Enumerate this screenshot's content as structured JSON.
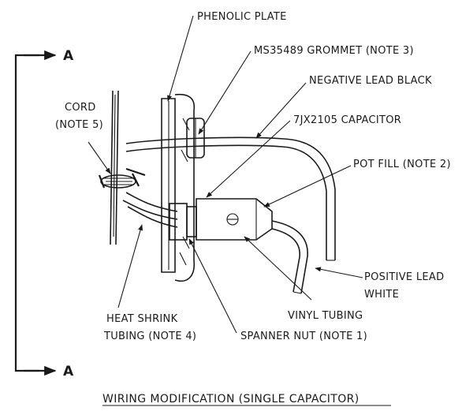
{
  "labels": {
    "phenolic_plate": "PHENOLIC PLATE",
    "grommet": "MS35489 GROMMET (NOTE 3)",
    "negative_lead": "NEGATIVE LEAD BLACK",
    "capacitor": "7JX2105 CAPACITOR",
    "pot_fill": "POT FILL (NOTE 2)",
    "cord_line1": "CORD",
    "cord_line2": "(NOTE 5)",
    "positive_lead_line1": "POSITIVE LEAD",
    "positive_lead_line2": "WHITE",
    "vinyl_tubing": "VINYL TUBING",
    "heat_shrink_line1": "HEAT SHRINK",
    "heat_shrink_line2": "TUBING (NOTE 4)",
    "spanner_nut": "SPANNER NUT (NOTE 1)"
  },
  "section_marks": {
    "top": "A",
    "bottom": "A"
  },
  "caption": "WIRING MODIFICATION (SINGLE CAPACITOR)"
}
